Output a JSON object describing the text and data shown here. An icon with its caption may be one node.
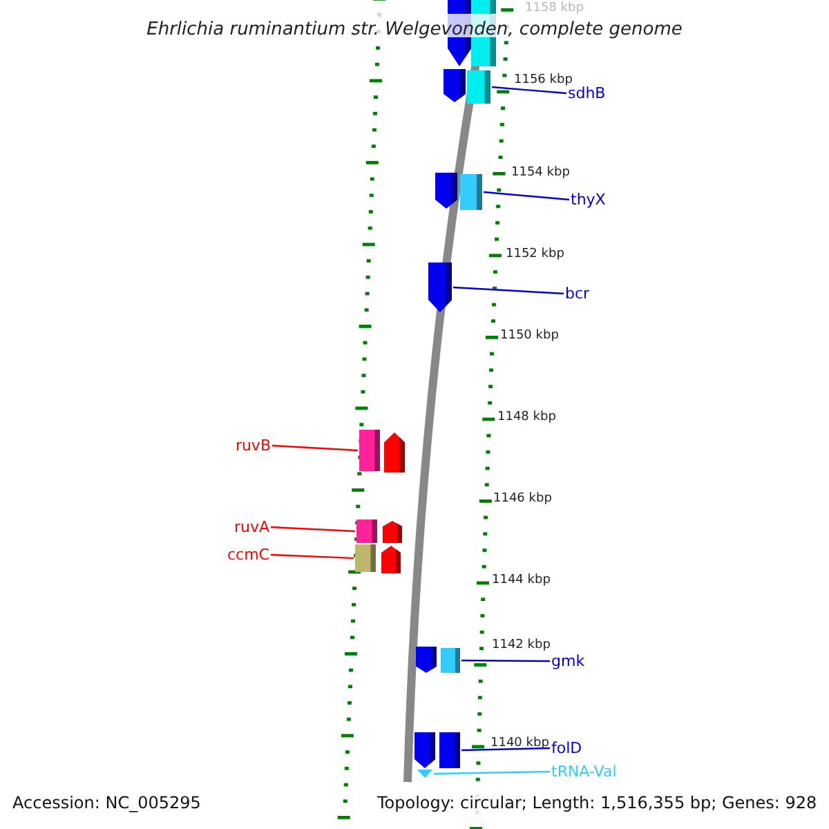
{
  "diagram": {
    "title": "Ehrlichia ruminantium str. Welgevonden, complete genome",
    "nodes": [
      {
        "text": [],
        "shape": "arrow"
      },
      {
        "text": [],
        "shape": "box"
      },
      {
        "text": [],
        "shape": "arrow"
      },
      {
        "text": [],
        "shape": "box"
      },
      {
        "text": [
          "sdhB"
        ]
      },
      {
        "text": [],
        "shape": "arrow"
      },
      {
        "text": [],
        "shape": "box"
      },
      {
        "text": [
          "thyX"
        ]
      },
      {
        "text": [],
        "shape": "arrow"
      },
      {
        "text": [
          "bcr"
        ]
      },
      {
        "text": [
          "ruvB"
        ]
      },
      {
        "text": [],
        "shape": "box"
      },
      {
        "text": [],
        "shape": "arrow"
      },
      {
        "text": [
          "ruvA"
        ]
      },
      {
        "text": [],
        "shape": "box"
      },
      {
        "text": [],
        "shape": "arrow"
      },
      {
        "text": [
          "ccmC"
        ]
      },
      {
        "text": [],
        "shape": "box"
      },
      {
        "text": [],
        "shape": "arrow"
      },
      {
        "text": [],
        "shape": "arrow"
      },
      {
        "text": [],
        "shape": "box"
      },
      {
        "text": [
          "gmk"
        ]
      },
      {
        "text": [],
        "shape": "arrow"
      },
      {
        "text": [],
        "shape": "box"
      },
      {
        "text": [
          "folD"
        ]
      },
      {
        "text": [],
        "shape": "triangle"
      },
      {
        "text": [
          "tRNA-Val"
        ]
      }
    ],
    "edges": [
      {
        "from": 4,
        "to": 3,
        "arrow": "none"
      },
      {
        "from": 7,
        "to": 6,
        "arrow": "none"
      },
      {
        "from": 9,
        "to": 8,
        "arrow": "none"
      },
      {
        "from": 10,
        "to": 11,
        "arrow": "none",
        "color": "#ff0000"
      },
      {
        "from": 13,
        "to": 14,
        "arrow": "none",
        "color": "#ff0000"
      },
      {
        "from": 16,
        "to": 17,
        "arrow": "none",
        "color": "#ff0000"
      },
      {
        "from": 21,
        "to": 20,
        "arrow": "none"
      },
      {
        "from": 24,
        "to": 23,
        "arrow": "none"
      },
      {
        "from": 26,
        "to": 25,
        "arrow": "none",
        "color": "#33ccff"
      }
    ],
    "labels": [
      "1158 kbp",
      "1156 kbp",
      "1154 kbp",
      "1152 kbp",
      "1150 kbp",
      "1148 kbp",
      "1146 kbp",
      "1144 kbp",
      "1142 kbp",
      "1140 kbp",
      "Accession: NC_005295",
      "Topology: circular; Length: 1,516,355 bp; Genes: 928"
    ]
  }
}
